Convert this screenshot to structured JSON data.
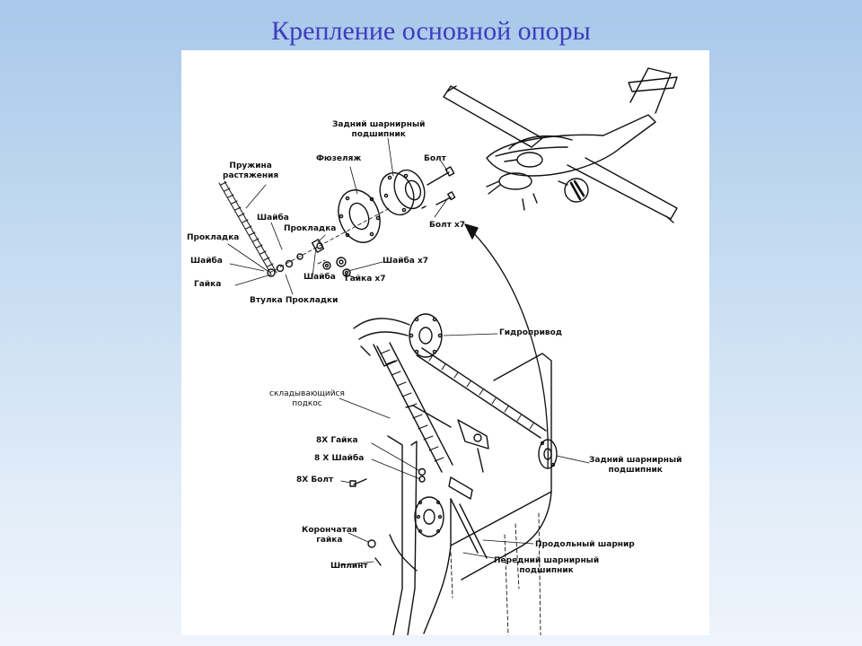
{
  "slide": {
    "title": "Крепление основной опоры"
  },
  "labels": {
    "rear_bearing_top": "Задний шарнирный\nподшипник",
    "fuselage": "Фюзеляж",
    "bolt_top": "Болт",
    "spring": "Пружина\nрастяжения",
    "washer_top": "Шайба",
    "gasket_mid": "Прокладка",
    "gasket_left": "Прокладка",
    "washer_left": "Шайба",
    "washer_mid": "Шайба",
    "nut_left": "Гайка",
    "bolt_x7": "Болт x7",
    "washer_x7": "Шайба x7",
    "nut_x7": "Гайка x7",
    "sleeve": "Втулка Прокладки",
    "hydraulic": "Гидропривод",
    "folding_strut": "складывающийся\nподкос",
    "nut_8x": "8X Гайка",
    "washer_8x": "8 X Шайба",
    "bolt_8x": "8X Болт",
    "rear_bearing_bottom": "Задний шарнирный\nподшипник",
    "castle_nut": "Корончатая\nгайка",
    "cotter": "Шплинт",
    "longitudinal_hinge": "Продольный шарнир",
    "front_bearing": "Передний шарнирный\nподшипник"
  }
}
